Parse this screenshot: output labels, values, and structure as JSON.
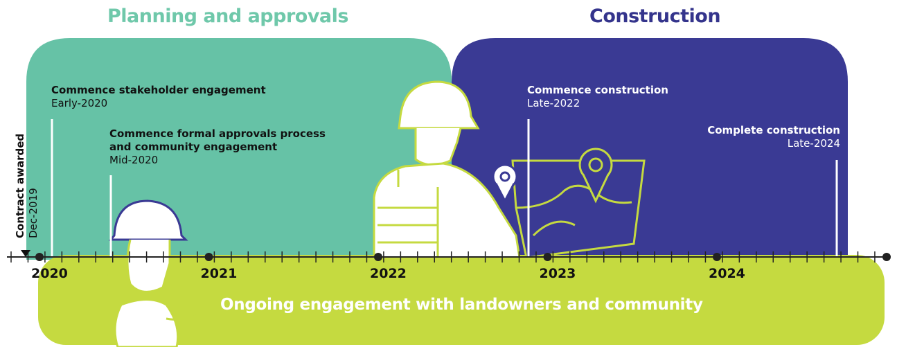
{
  "colors": {
    "planning_panel": "#66c2a6",
    "planning_title": "#6fc8aa",
    "construction_panel": "#3a3a94",
    "construction_title": "#34348c",
    "engagement_band": "#c5da40",
    "axis": "#222222"
  },
  "phases": {
    "planning": "Planning and approvals",
    "construction": "Construction"
  },
  "milestones": {
    "contract": {
      "title": "Contract awarded",
      "date": "Dec-2019"
    },
    "stakeholder": {
      "title": "Commence stakeholder engagement",
      "date": "Early-2020"
    },
    "approvals": {
      "title_line1": "Commence formal approvals process",
      "title_line2": "and community engagement",
      "date": "Mid-2020"
    },
    "construction_start": {
      "title": "Commence construction",
      "date": "Late-2022"
    },
    "construction_end": {
      "title": "Complete construction",
      "date": "Late-2024"
    }
  },
  "years": [
    "2020",
    "2021",
    "2022",
    "2023",
    "2024"
  ],
  "engagement_banner": "Ongoing engagement with landowners and community",
  "icons": [
    "female-worker-hardhat-icon",
    "male-worker-hardhat-icon",
    "map-with-pins-icon"
  ]
}
